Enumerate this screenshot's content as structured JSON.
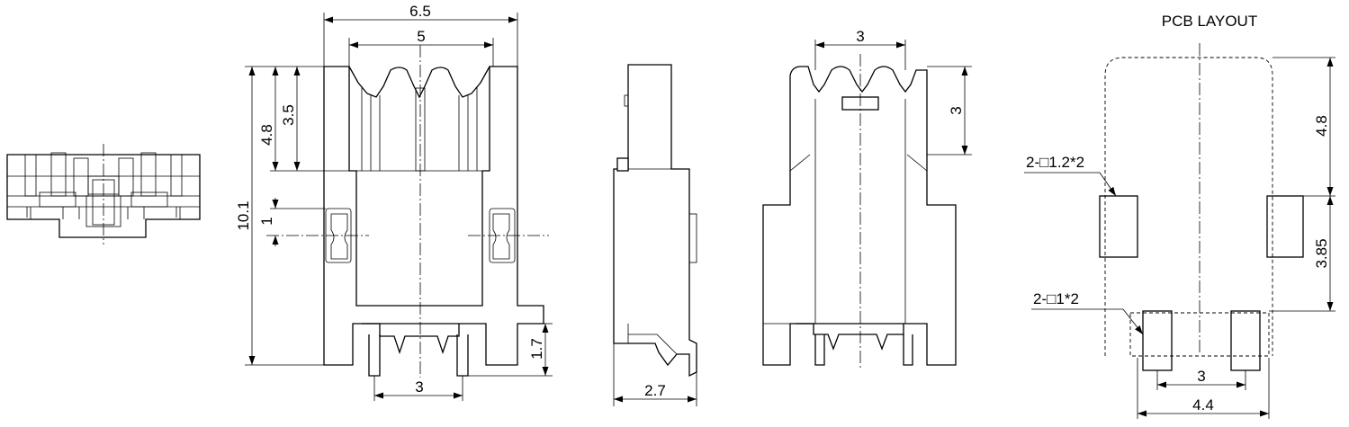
{
  "pcb_layout": {
    "title": "PCB LAYOUT",
    "pad_large_note": "2-□1.2*2",
    "pad_small_note": "2-□1*2",
    "dim_top_height": "4.8",
    "dim_pad_height": "3.85",
    "dim_pitch": "3",
    "dim_overall_width": "4.4"
  },
  "front_view": {
    "dim_overall_width": "6.5",
    "dim_inner_width": "5",
    "dim_total_height": "10.1",
    "dim_upper_height": "4.8",
    "dim_slot_depth": "3.5",
    "dim_latch_window": "1",
    "dim_pin_pitch": "3",
    "dim_pin_length": "1.7"
  },
  "side_view": {
    "dim_depth": "2.7"
  },
  "rear_view": {
    "dim_slot_pitch": "3",
    "dim_slot_depth": "3"
  }
}
